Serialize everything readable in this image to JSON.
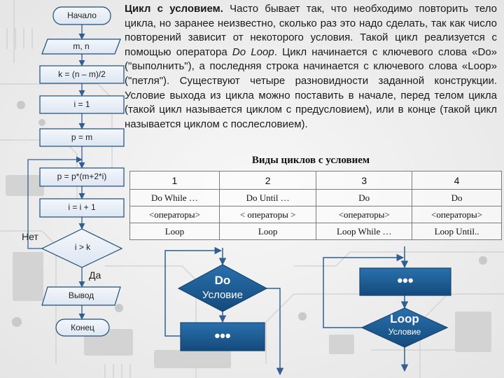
{
  "left_flowchart": {
    "start": "Начало",
    "input": "m, n",
    "step_k": "k = (n – m)/2",
    "step_i": "i = 1",
    "step_p": "p = m",
    "loop_body": "p = p*(m+2*i)",
    "increment": "i = i + 1",
    "condition": "i > k",
    "no_label": "Нет",
    "yes_label": "Да",
    "output": "Вывод",
    "end": "Конец"
  },
  "paragraph": {
    "title_bold": "Цикл с условием.",
    "text_1": " Часто бывает так, что необходимо повторить тело цикла, но заранее неизвестно, сколько раз это надо сделать, так как число повторений зависит от некоторого условия. Такой цикл реализуется с помощью оператора ",
    "italic_term": "Do Loop",
    "text_2": ". Цикл начинается с ключевого слова «Do» (\"выполнить\"), а последняя строка начинается с ключевого слова «Loop» (\"петля\"). Существуют четыре разновидности заданной конструкции. Условие выхода из цикла можно поставить в начале, перед телом цикла (такой цикл называется циклом с предусловием), или в конце (такой цикл называется циклом с послесловием)."
  },
  "table": {
    "title": "Виды циклов с условием",
    "headers": [
      "1",
      "2",
      "3",
      "4"
    ],
    "rows": [
      [
        "Do While …",
        "Do Until …",
        "Do",
        "Do"
      ],
      [
        "<операторы>",
        "< операторы >",
        "<операторы>",
        "<операторы>"
      ],
      [
        "Loop",
        "Loop",
        "Loop While …",
        "Loop Until.."
      ]
    ]
  },
  "diagram_pre": {
    "do_label": "Do",
    "condition_label": "Условие",
    "body_label": "•••"
  },
  "diagram_post": {
    "body_label": "•••",
    "loop_label": "Loop",
    "condition_label": "Условие"
  },
  "colors": {
    "accent": "#1d5b8f",
    "shape_border": "#1c4e7a",
    "arrow": "#3a6fa5",
    "pale_fill": "#eaeff7"
  }
}
